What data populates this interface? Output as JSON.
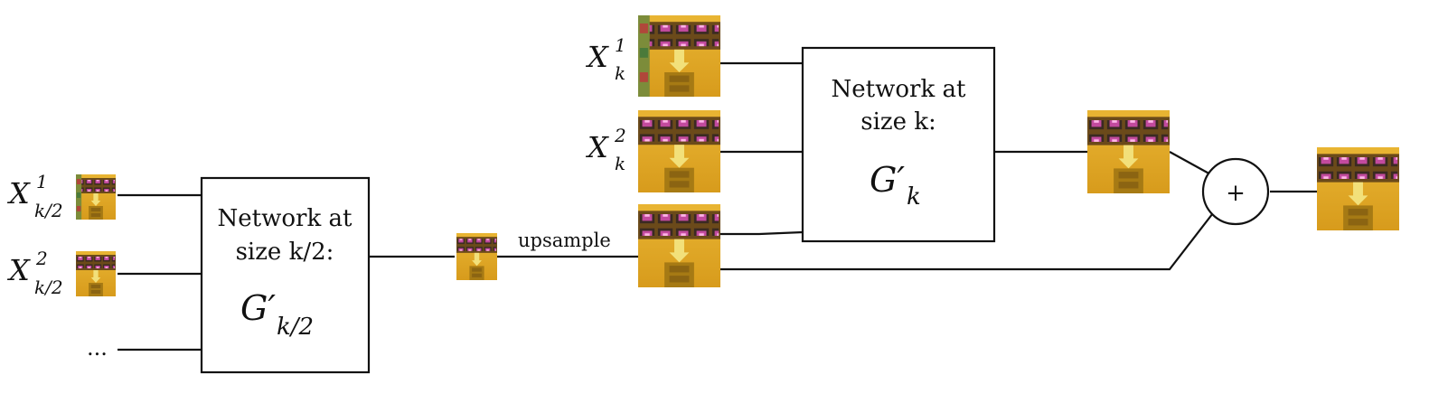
{
  "small_network": {
    "title_line1": "Network at",
    "title_line2": "size k/2:",
    "symbol": "G′",
    "symbol_sub": "k/2"
  },
  "large_network": {
    "title_line1": "Network at",
    "title_line2": "size k:",
    "symbol": "G′",
    "symbol_sub": "k"
  },
  "small_inputs": [
    {
      "base": "X",
      "sup": "1",
      "sub": "k/2"
    },
    {
      "base": "X",
      "sup": "2",
      "sub": "k/2"
    }
  ],
  "ellipsis": "...",
  "large_inputs": [
    {
      "base": "X",
      "sup": "1",
      "sub": "k"
    },
    {
      "base": "X",
      "sup": "2",
      "sub": "k"
    }
  ],
  "upsample_label": "upsample",
  "sum_symbol": "+",
  "colors": {
    "tile_background": "#e2a923",
    "tile_shadow": "#a67a14",
    "tile_frame": "#6b4a1a",
    "tile_gem": "#c24a9e",
    "tile_wall": "#7c8c3a"
  },
  "icons": [
    "game-tile-thumbnail"
  ]
}
